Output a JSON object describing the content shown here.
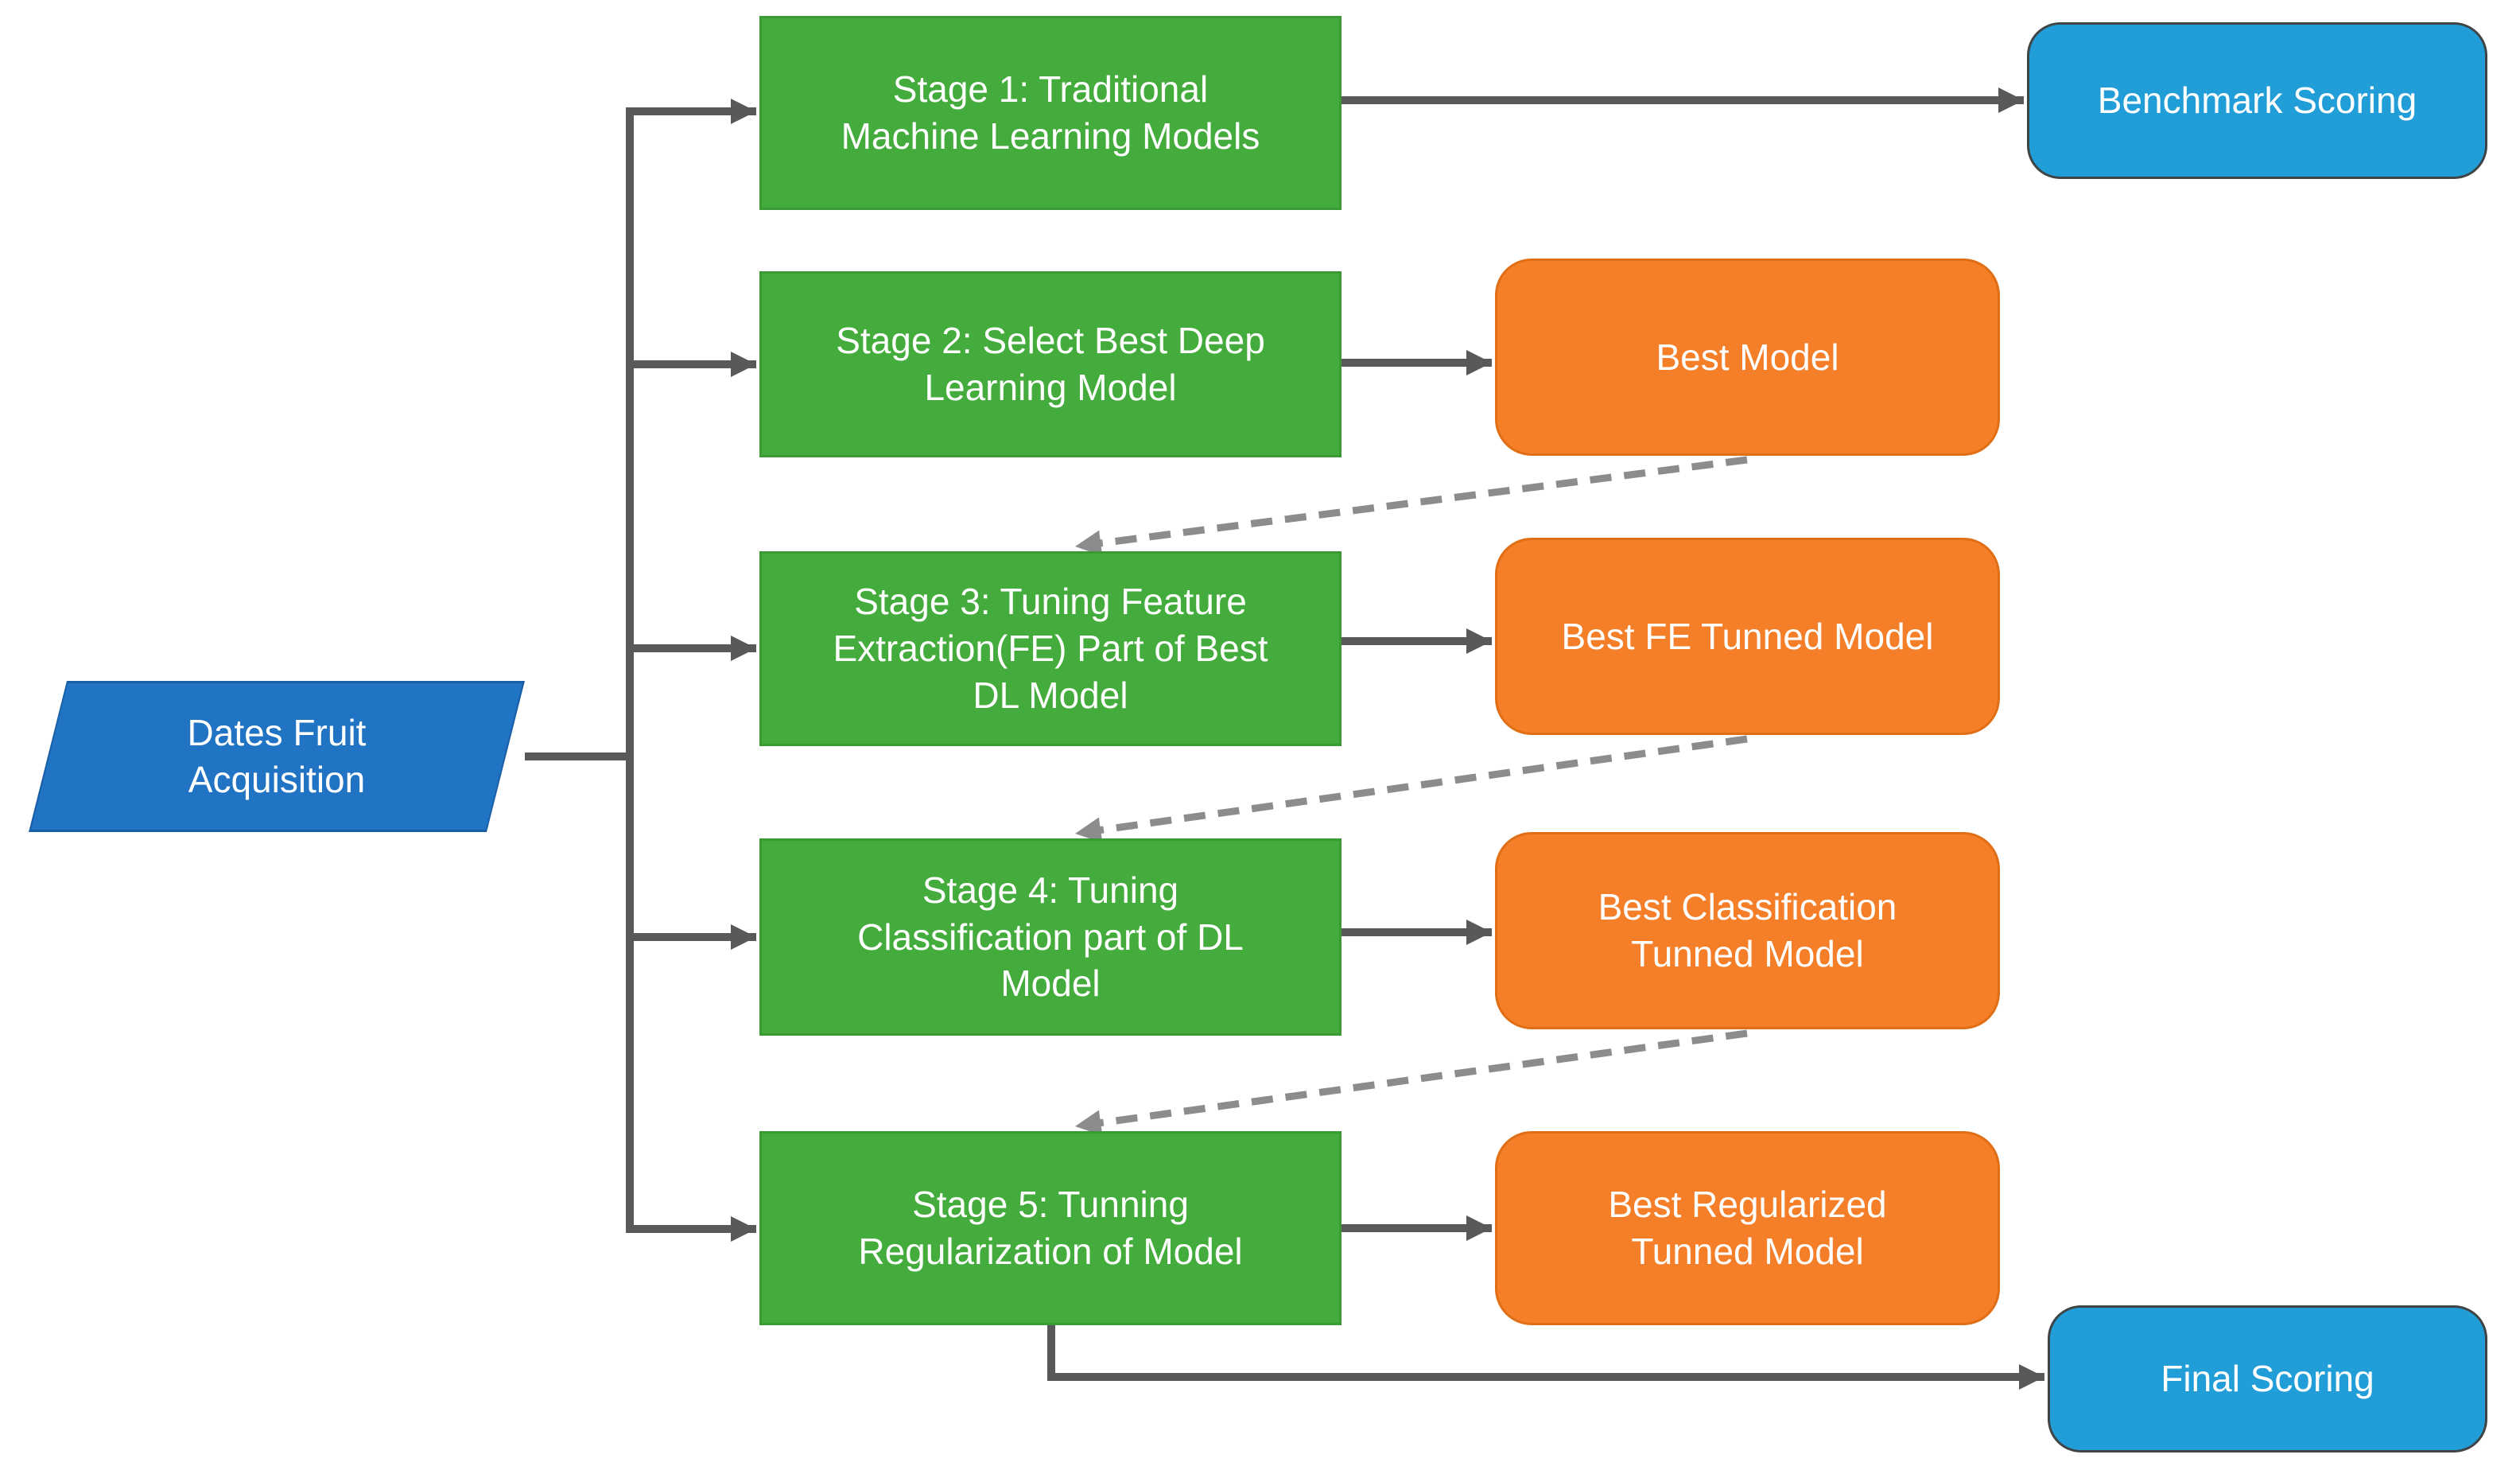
{
  "diagram": {
    "source": {
      "label": "Dates Fruit Acquisition",
      "lines": [
        "Dates Fruit",
        "Acquisition"
      ]
    },
    "stages": [
      {
        "label": "Stage 1: Traditional Machine Learning Models",
        "lines": [
          "Stage 1: Traditional",
          "Machine Learning Models"
        ]
      },
      {
        "label": "Stage 2: Select Best Deep Learning Model",
        "lines": [
          "Stage 2: Select Best Deep",
          "Learning Model"
        ]
      },
      {
        "label": "Stage 3: Tuning Feature Extraction(FE) Part of Best DL Model",
        "lines": [
          "Stage 3: Tuning Feature",
          "Extraction(FE) Part of Best",
          "DL Model"
        ]
      },
      {
        "label": "Stage 4: Tuning Classification part of DL Model",
        "lines": [
          "Stage 4: Tuning",
          "Classification part of DL",
          "Model"
        ]
      },
      {
        "label": "Stage 5: Tunning Regularization of Model",
        "lines": [
          "Stage 5: Tunning",
          "Regularization of Model"
        ]
      }
    ],
    "outputs": [
      {
        "label": "Best Model",
        "lines": [
          "Best Model"
        ]
      },
      {
        "label": "Best FE Tunned Model",
        "lines": [
          "Best FE Tunned Model"
        ]
      },
      {
        "label": "Best Classification Tunned Model",
        "lines": [
          "Best Classification",
          "Tunned Model"
        ]
      },
      {
        "label": "Best Regularized Tunned Model",
        "lines": [
          "Best Regularized",
          "Tunned Model"
        ]
      }
    ],
    "scoring": [
      {
        "label": "Benchmark Scoring",
        "lines": [
          "Benchmark Scoring"
        ]
      },
      {
        "label": "Final Scoring",
        "lines": [
          "Final Scoring"
        ]
      }
    ]
  },
  "colors": {
    "stage_green": "#44AC3C",
    "stage_green_border": "#3C9A35",
    "output_orange": "#F57E28",
    "output_orange_border": "#E06E15",
    "scoring_blue": "#219ED8",
    "scoring_blue_border": "#3F4547",
    "source_blue": "#2173C4",
    "source_blue_border": "#1A5FA6",
    "connector_gray": "#595959",
    "dashed_gray": "#8C8C8C",
    "text_white": "#FFFFFF",
    "background": "#FFFFFF"
  }
}
